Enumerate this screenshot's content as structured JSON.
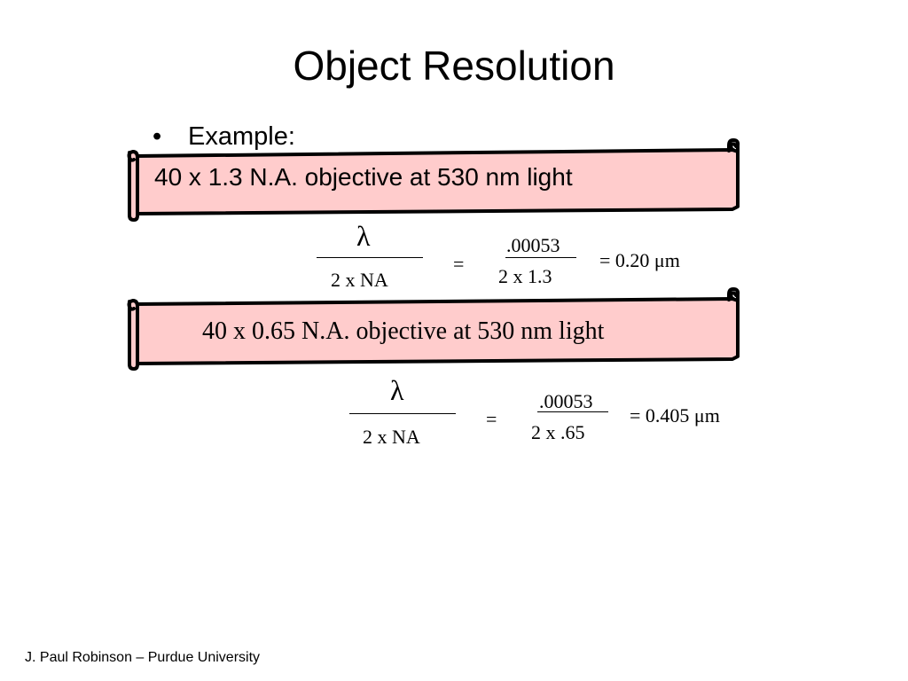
{
  "slide": {
    "title": "Object Resolution",
    "bullet_marker": "•",
    "bullet_text": "Example:",
    "footer": "J. Paul Robinson – Purdue University"
  },
  "colors": {
    "scroll_fill": "#ffcccc",
    "scroll_stroke": "#000000",
    "text": "#000000"
  },
  "example1": {
    "banner": "40 x 1.3 N.A. objective at 530 nm light",
    "lambda": "λ",
    "denominator": "2 x NA",
    "equals": "=",
    "value_numerator": ".00053",
    "value_denominator": "2 x 1.3",
    "result": "= 0.20 μm"
  },
  "example2": {
    "banner": "40 x 0.65 N.A. objective at 530 nm light",
    "lambda": "λ",
    "denominator": "2 x NA",
    "equals": "=",
    "value_numerator": ".00053",
    "value_denominator": "2 x .65",
    "result": "= 0.405 μm"
  }
}
